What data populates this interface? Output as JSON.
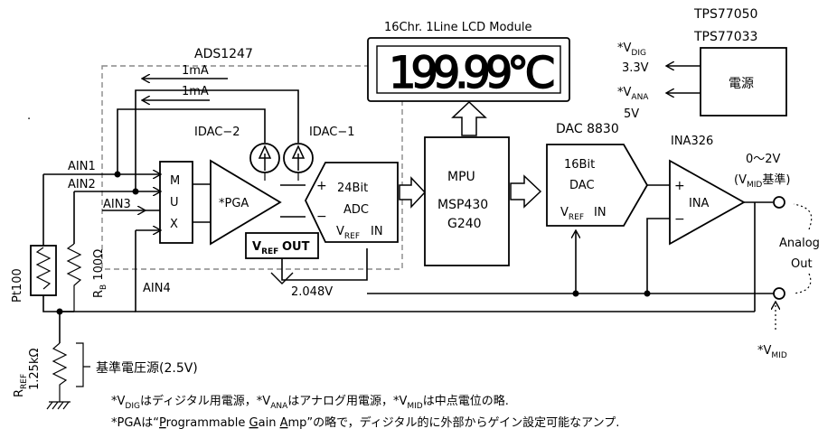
{
  "lcd": {
    "title": "16Chr. 1Line LCD Module",
    "display": "199.99℃"
  },
  "power": {
    "label": "電源",
    "part1": "TPS77050",
    "part2": "TPS77033",
    "vdig": "3.3V",
    "vana": "5V"
  },
  "adc_chip": {
    "label": "ADS1247",
    "idac1": "IDAC−1",
    "idac2": "IDAC−2",
    "current1": "1mA",
    "current2": "1mA",
    "mux": [
      "M",
      "U",
      "X"
    ],
    "pga": "*PGA",
    "adc_line1": "24Bit",
    "adc_line2": "ADC",
    "vref_in": "IN",
    "vref_out": "OUT",
    "vref_voltage": "2.048V"
  },
  "inputs": {
    "ain1": "AIN1",
    "ain2": "AIN2",
    "ain3": "AIN3",
    "ain4": "AIN4"
  },
  "sensor": {
    "pt100": "Pt100",
    "rb": "100Ω",
    "rref_val": "1.25kΩ",
    "ref_source": "基準電圧源(2.5V)"
  },
  "mpu": {
    "line1": "MPU",
    "line2": "MSP430",
    "line3": "G240"
  },
  "dac": {
    "title": "DAC 8830",
    "line1": "16Bit",
    "line2": "DAC",
    "vref_in": "IN"
  },
  "ina": {
    "title": "INA326",
    "label": "INA",
    "plus": "+",
    "minus": "−"
  },
  "output": {
    "range": "0～2V",
    "ref_suffix": "基準)",
    "analog": "Analog",
    "out": "Out"
  },
  "notes": {
    "line1": [
      "*V",
      "DIG",
      "はディジタル用電源，*V",
      "ANA",
      "はアナログ用電源，*V",
      "MID",
      "は中点電位の略."
    ],
    "line2": [
      "*PGAは“",
      "P",
      "rogrammable ",
      "G",
      "ain ",
      "A",
      "mp”の略で，ディジタル的に外部からゲイン設定可能なアンプ."
    ]
  }
}
